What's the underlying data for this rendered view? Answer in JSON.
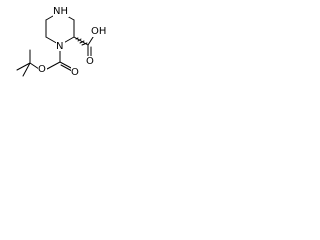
{
  "molecule": {
    "atoms": {
      "nh": "NH",
      "n1": "N",
      "oh": "OH",
      "o_ring": "O",
      "o_carbonyl_boc": "O",
      "o_carbonyl_acid": "O"
    }
  }
}
